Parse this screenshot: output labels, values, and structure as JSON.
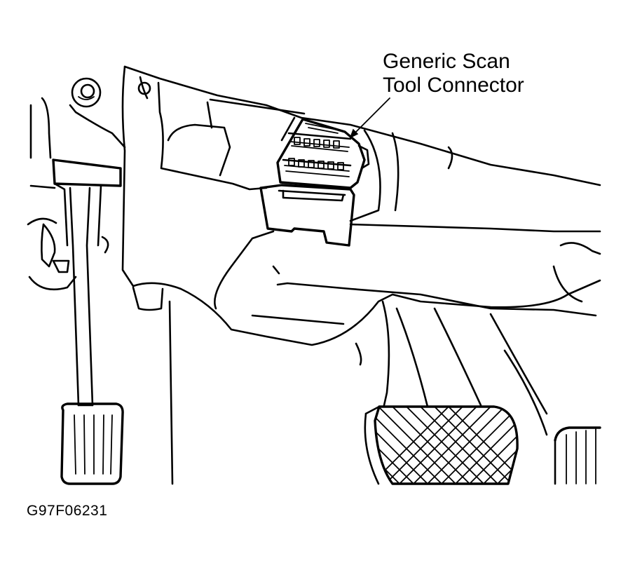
{
  "callout": {
    "line1": "Generic Scan",
    "line2": "Tool Connector"
  },
  "figure_id": "G97F06231",
  "colors": {
    "ink": "#000000",
    "paper": "#ffffff"
  }
}
